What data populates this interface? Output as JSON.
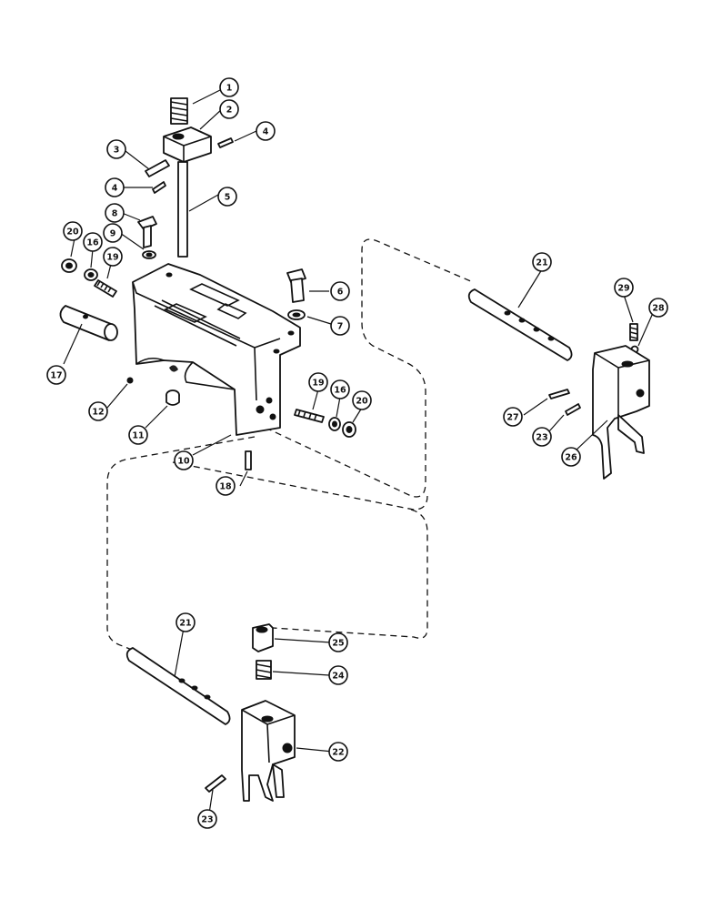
{
  "diagram": {
    "callouts": [
      {
        "id": "c1",
        "label": "1"
      },
      {
        "id": "c2",
        "label": "2"
      },
      {
        "id": "c3",
        "label": "3"
      },
      {
        "id": "c4a",
        "label": "4"
      },
      {
        "id": "c4b",
        "label": "4"
      },
      {
        "id": "c5",
        "label": "5"
      },
      {
        "id": "c6",
        "label": "6"
      },
      {
        "id": "c7",
        "label": "7"
      },
      {
        "id": "c8",
        "label": "8"
      },
      {
        "id": "c9",
        "label": "9"
      },
      {
        "id": "c10",
        "label": "10"
      },
      {
        "id": "c11",
        "label": "11"
      },
      {
        "id": "c12",
        "label": "12"
      },
      {
        "id": "c16a",
        "label": "16"
      },
      {
        "id": "c16b",
        "label": "16"
      },
      {
        "id": "c17",
        "label": "17"
      },
      {
        "id": "c18",
        "label": "18"
      },
      {
        "id": "c19a",
        "label": "19"
      },
      {
        "id": "c19b",
        "label": "19"
      },
      {
        "id": "c20a",
        "label": "20"
      },
      {
        "id": "c20b",
        "label": "20"
      },
      {
        "id": "c21a",
        "label": "21"
      },
      {
        "id": "c21b",
        "label": "21"
      },
      {
        "id": "c22",
        "label": "22"
      },
      {
        "id": "c23a",
        "label": "23"
      },
      {
        "id": "c23b",
        "label": "23"
      },
      {
        "id": "c24",
        "label": "24"
      },
      {
        "id": "c25",
        "label": "25"
      },
      {
        "id": "c26",
        "label": "26"
      },
      {
        "id": "c27",
        "label": "27"
      },
      {
        "id": "c28",
        "label": "28"
      },
      {
        "id": "c29",
        "label": "29"
      }
    ]
  }
}
